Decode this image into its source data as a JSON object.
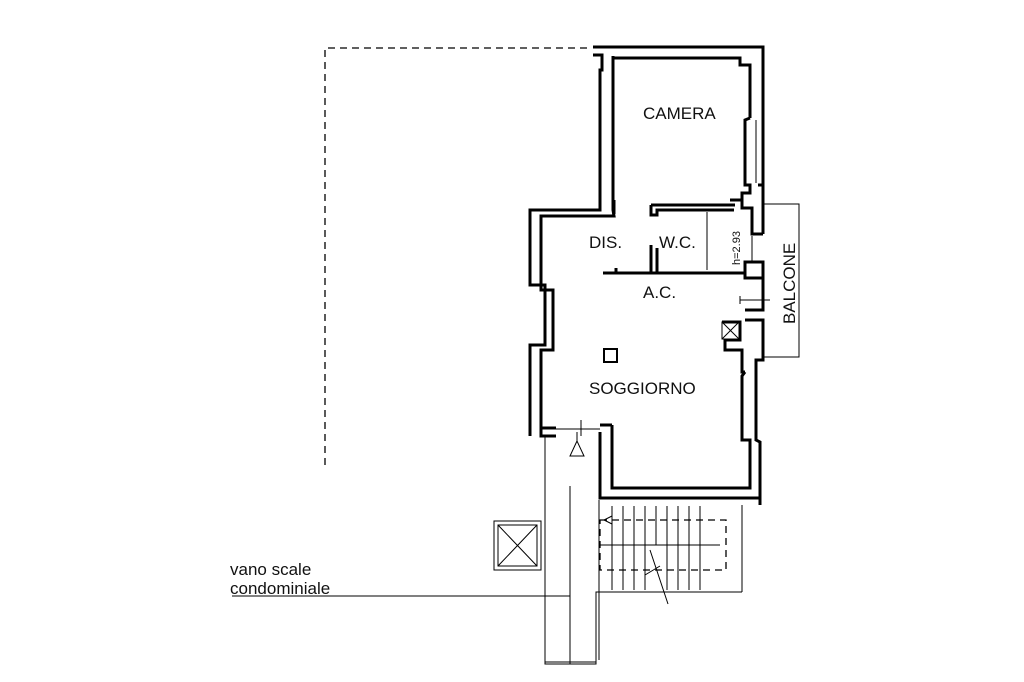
{
  "rooms": {
    "camera": "CAMERA",
    "dis": "DIS.",
    "wc": "W.C.",
    "ac": "A.C.",
    "soggiorno": "SOGGIORNO",
    "balcone": "BALCONE"
  },
  "height_note": "h=2.93",
  "stair_label": {
    "line1": "vano scale",
    "line2": "condominiale"
  },
  "colors": {
    "ink": "#000000",
    "background": "#ffffff"
  }
}
